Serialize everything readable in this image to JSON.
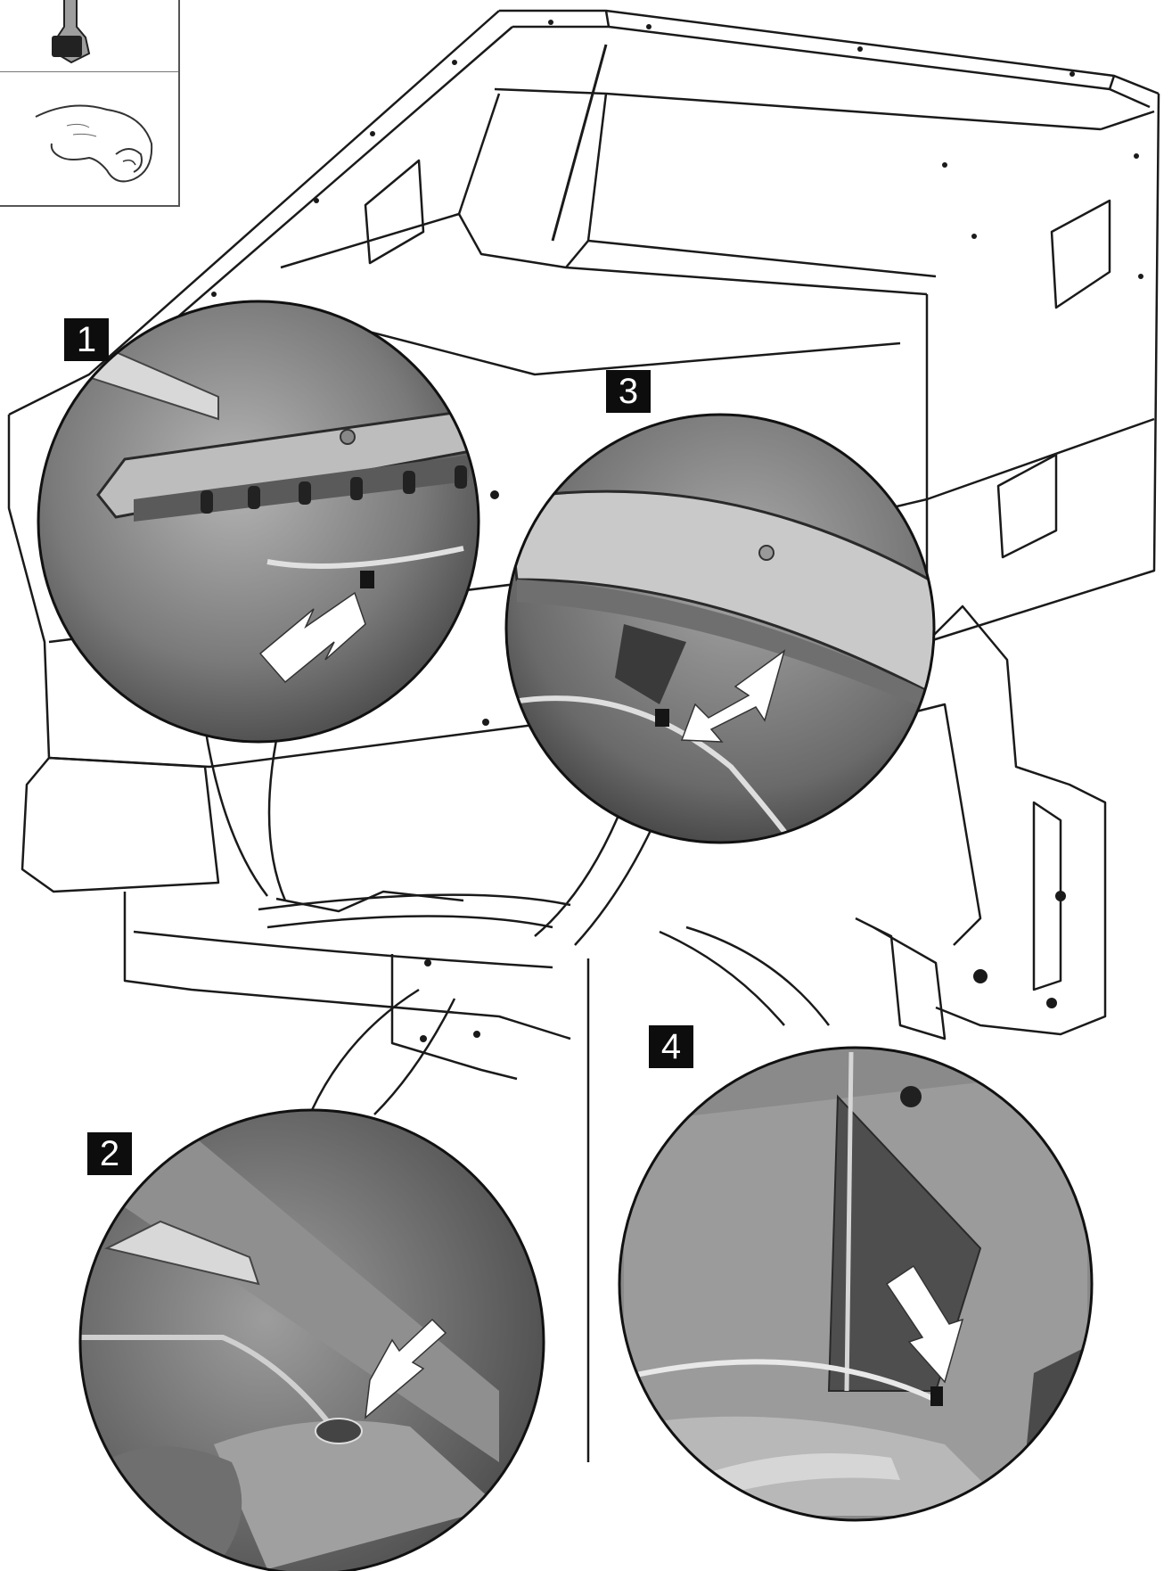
{
  "steps": [
    {
      "number": "1",
      "detail": "cable-tie-at-slotted-bracket"
    },
    {
      "number": "2",
      "detail": "cable-tie-hand-fastening"
    },
    {
      "number": "3",
      "detail": "cable-tie-at-curved-rim"
    },
    {
      "number": "4",
      "detail": "cable-tie-at-cutout-plate"
    }
  ],
  "icons": [
    "cable-tie-icon",
    "hand-pinch-icon"
  ],
  "colors": {
    "line": "#1a1a1a",
    "photo_dark": "#555555",
    "photo_mid": "#8a8a8a",
    "photo_light": "#c8c8c8",
    "badge": "#0d0d0d",
    "arrow": "#ffffff"
  }
}
